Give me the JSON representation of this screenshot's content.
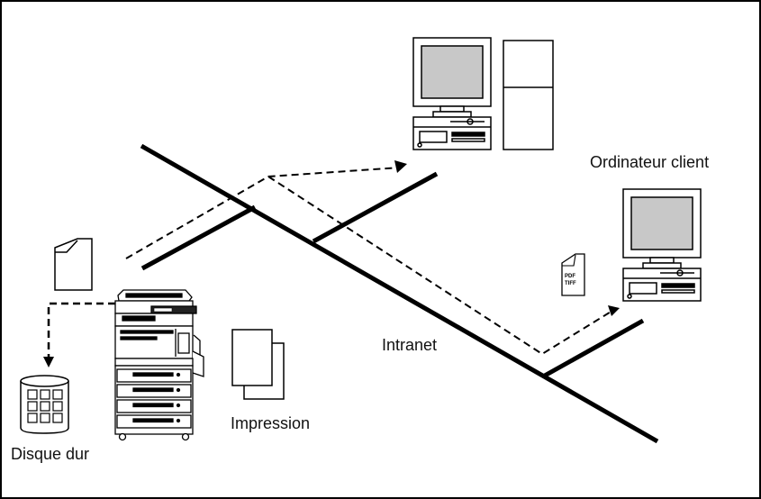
{
  "labels": {
    "client_computer": "Ordinateur client",
    "intranet": "Intranet",
    "print": "Impression",
    "hard_disk": "Disque dur",
    "file_formats": [
      "PDF",
      "TIFF"
    ]
  },
  "icons": [
    "document-icon",
    "mfp-printer-icon",
    "hard-disk-icon",
    "printed-pages-icon",
    "server-computer-icon",
    "client-computer-icon",
    "pdf-tiff-file-icon"
  ],
  "colors": {
    "stroke": "#000000",
    "screen": "#c8c8c8",
    "background": "#ffffff"
  }
}
